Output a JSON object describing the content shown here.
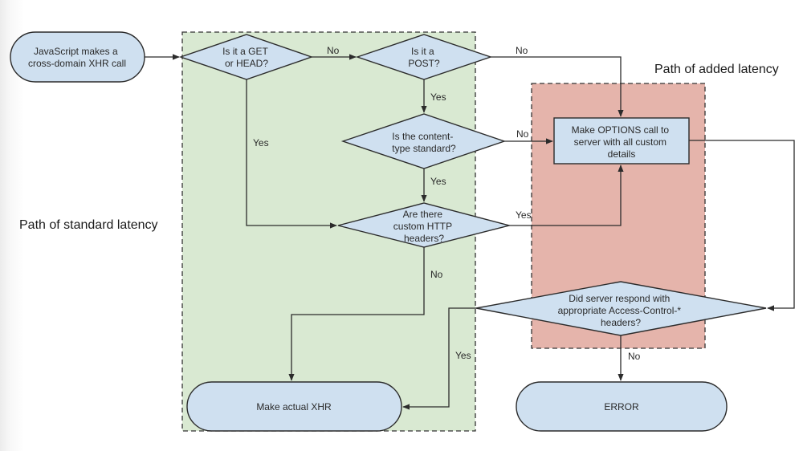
{
  "diagram": {
    "colors": {
      "node_fill": "#cfe0f0",
      "node_stroke": "#2b2b2b",
      "standard_region_fill": "#d9e9d2",
      "added_region_fill": "#e5b4ab",
      "line": "#2b2b2b"
    },
    "regions": {
      "standard": {
        "label": "Path of standard latency"
      },
      "added": {
        "label": "Path of added latency"
      }
    },
    "nodes": {
      "start": {
        "type": "terminal",
        "lines": [
          "JavaScript makes a",
          "cross-domain XHR call"
        ]
      },
      "get_head": {
        "type": "decision",
        "lines": [
          "Is it a GET",
          "or HEAD?"
        ]
      },
      "post": {
        "type": "decision",
        "lines": [
          "Is it a",
          "POST?"
        ]
      },
      "content_type": {
        "type": "decision",
        "lines": [
          "Is the content-",
          "type standard?"
        ]
      },
      "custom_headers": {
        "type": "decision",
        "lines": [
          "Are there",
          "custom HTTP",
          "headers?"
        ]
      },
      "options_call": {
        "type": "process",
        "lines": [
          "Make OPTIONS call to",
          "server with all custom",
          "details"
        ]
      },
      "server_respond": {
        "type": "decision",
        "lines": [
          "Did server respond with",
          "appropriate Access-Control-*",
          "headers?"
        ]
      },
      "make_xhr": {
        "type": "terminal",
        "lines": [
          "Make actual XHR"
        ]
      },
      "error": {
        "type": "terminal",
        "lines": [
          "ERROR"
        ]
      }
    },
    "edges": [
      {
        "from": "start",
        "to": "get_head",
        "label": ""
      },
      {
        "from": "get_head",
        "to": "post",
        "label": "No"
      },
      {
        "from": "get_head",
        "to": "custom_headers",
        "label": "Yes"
      },
      {
        "from": "post",
        "to": "options_call",
        "label": "No"
      },
      {
        "from": "post",
        "to": "content_type",
        "label": "Yes"
      },
      {
        "from": "content_type",
        "to": "options_call",
        "label": "No"
      },
      {
        "from": "content_type",
        "to": "custom_headers",
        "label": "Yes"
      },
      {
        "from": "custom_headers",
        "to": "options_call",
        "label": "Yes"
      },
      {
        "from": "custom_headers",
        "to": "make_xhr",
        "label": "No"
      },
      {
        "from": "options_call",
        "to": "server_respond",
        "label": ""
      },
      {
        "from": "server_respond",
        "to": "make_xhr",
        "label": "Yes"
      },
      {
        "from": "server_respond",
        "to": "error",
        "label": "No"
      }
    ]
  }
}
